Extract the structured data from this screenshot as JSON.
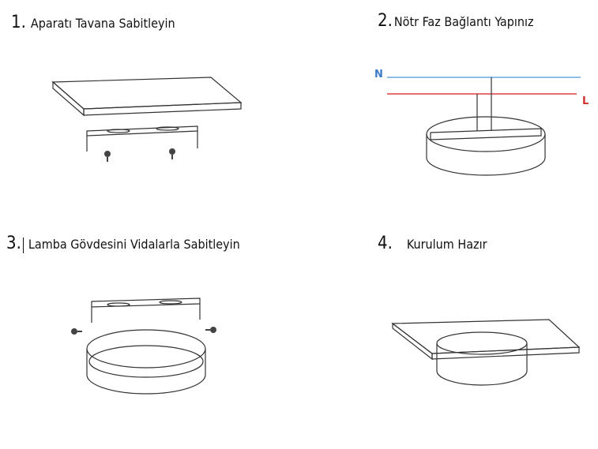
{
  "steps": [
    {
      "number": "1.",
      "label": "Aparatı Tavana Sabitleyin"
    },
    {
      "number": "2.",
      "label": "Nötr Faz Bağlantı Yapınız"
    },
    {
      "number": "3.",
      "label": "Lamba Gövdesini Vidalarla Sabitleyin"
    },
    {
      "number": "4.",
      "label": "Kurulum Hazır"
    }
  ],
  "wiring": {
    "neutral_label": "N",
    "line_label": "L",
    "neutral_color": "#6aa8e0",
    "line_color": "#e04040"
  }
}
